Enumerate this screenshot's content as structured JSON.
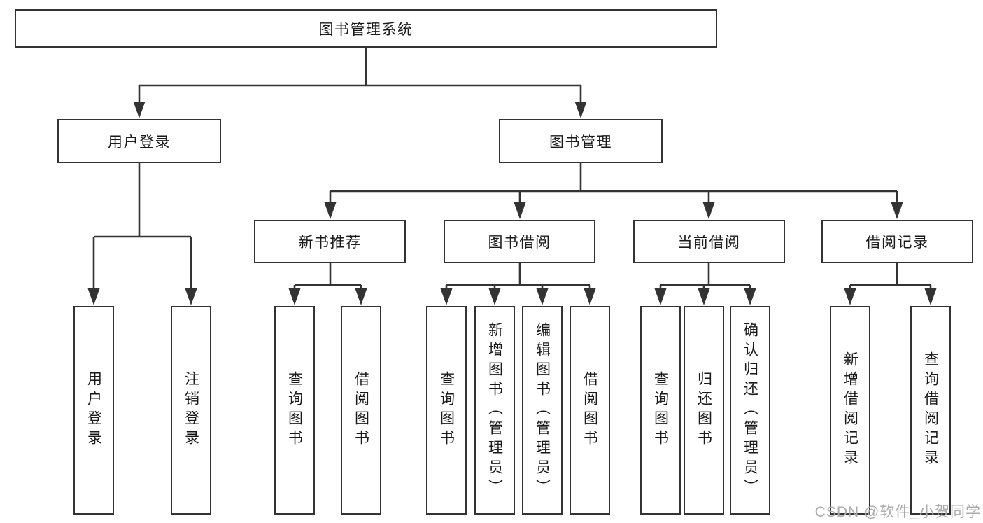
{
  "diagram": {
    "root": {
      "label": "图书管理系统"
    },
    "level2": [
      {
        "label": "用户登录"
      },
      {
        "label": "图书管理"
      }
    ],
    "level3": [
      {
        "label": "新书推荐"
      },
      {
        "label": "图书借阅"
      },
      {
        "label": "当前借阅"
      },
      {
        "label": "借阅记录"
      }
    ],
    "leaves": [
      {
        "label": "用户登录"
      },
      {
        "label": "注销登录"
      },
      {
        "label": "查询图书"
      },
      {
        "label": "借阅图书"
      },
      {
        "label": "查询图书"
      },
      {
        "label": "新增图书（管理员）"
      },
      {
        "label": "编辑图书（管理员）"
      },
      {
        "label": "借阅图书"
      },
      {
        "label": "查询图书"
      },
      {
        "label": "归还图书"
      },
      {
        "label": "确认归还（管理员）"
      },
      {
        "label": "新增借阅记录"
      },
      {
        "label": "查询借阅记录"
      }
    ],
    "colors": {
      "line": "#333333",
      "box_border": "#333333",
      "text": "#1a1a1a",
      "background": "#ffffff",
      "watermark": "#ababab"
    }
  },
  "watermark": {
    "text": "CSDN @软件_小贺同学"
  }
}
